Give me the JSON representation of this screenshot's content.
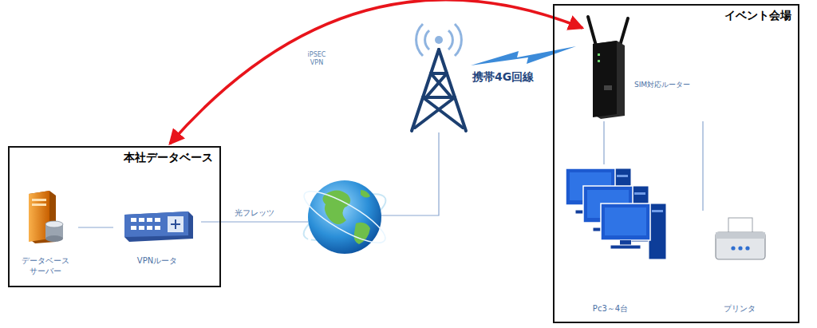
{
  "diagram": {
    "nodes": [
      {
        "text": [
          "本社データベース"
        ]
      },
      {
        "text": [
          "データベース サーバー"
        ],
        "in": 0
      },
      {
        "text": [
          "VPNルータ"
        ],
        "in": 0
      },
      {
        "text": [
          "イベント会場"
        ]
      },
      {
        "text": [
          "SIM対応ルーター"
        ],
        "in": 3
      },
      {
        "text": [
          "Pc3～4台"
        ],
        "in": 3
      },
      {
        "text": [
          "プリンタ"
        ],
        "in": 3
      }
    ],
    "edges": [
      {
        "from": 1,
        "to": 2,
        "arrow": "none"
      },
      {
        "from": 0,
        "to": 4,
        "label": "iPSEC VPN",
        "arrow": "both"
      },
      {
        "from": 4,
        "to": 5,
        "arrow": "none"
      },
      {
        "from": 4,
        "to": 6,
        "arrow": "none"
      }
    ],
    "labels": [
      "光フレッツ",
      "携帯4G回線"
    ]
  }
}
